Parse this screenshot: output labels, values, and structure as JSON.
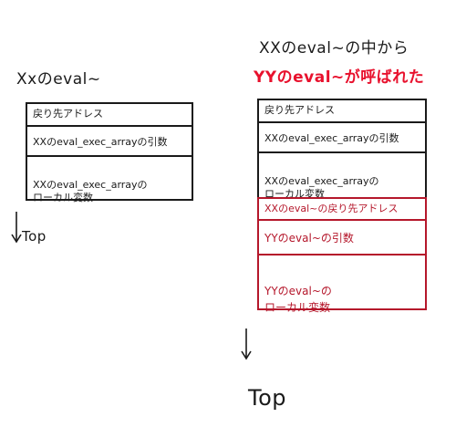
{
  "left": {
    "title": "Xxのeval~",
    "frames": [
      {
        "label": "戻り先アドレス"
      },
      {
        "label": "XXのeval_exec_arrayの引数"
      },
      {
        "label": "XXのeval_exec_arrayの\nローカル変数"
      }
    ],
    "arrow_label": "Top"
  },
  "right": {
    "title": "XXのeval~の中から",
    "subtitle": "YYのeval~が呼ばれた",
    "frames": [
      {
        "label": "戻り先アドレス"
      },
      {
        "label": "XXのeval_exec_arrayの引数"
      },
      {
        "label": "XXのeval_exec_arrayの\nローカル変数"
      }
    ],
    "new_frames": [
      {
        "label": "XXのeval~の戻り先アドレス"
      },
      {
        "label": "YYのeval~の引数"
      },
      {
        "label": "YYのeval~の\nローカル変数"
      }
    ],
    "arrow_label": "Top"
  },
  "colors": {
    "ink": "#1a1a1a",
    "red_title": "#e8112d",
    "red_border": "#b5172b"
  }
}
